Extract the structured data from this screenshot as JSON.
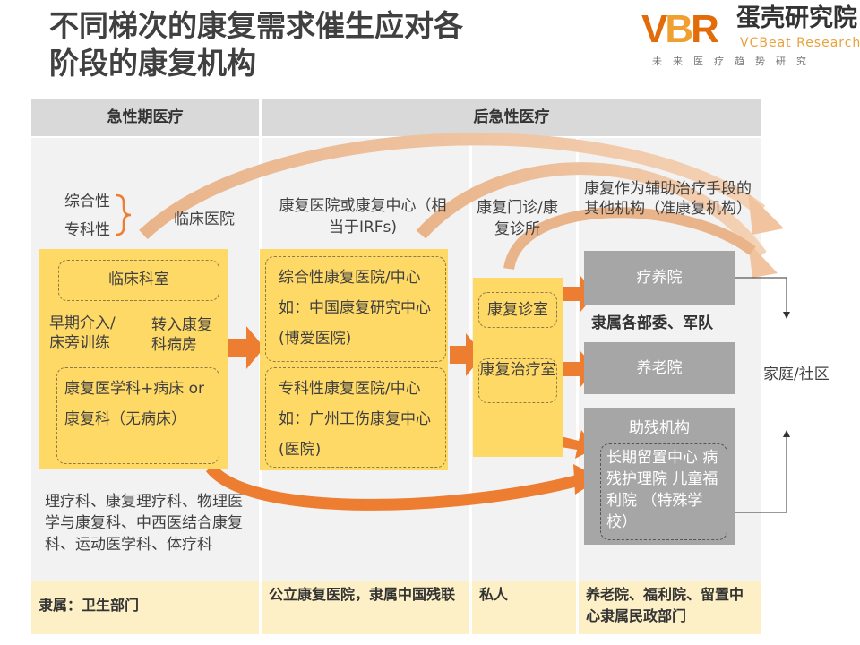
{
  "title": {
    "line1": "不同梯次的康复需求催生应对各",
    "line2": "阶段的康复机构"
  },
  "logo": {
    "mark": "VBR",
    "cn": "蛋壳研究院",
    "en": "VCBeat Research",
    "sub": "未来医疗趋势研究"
  },
  "header": {
    "acute": "急性期医疗",
    "post_acute": "后急性医疗"
  },
  "acute": {
    "general": "综合性",
    "special": "专科性",
    "clinical_hospital": "临床医院",
    "dept": "临床科室",
    "early": "早期介入/床旁训练",
    "transfer": "转入康复科病房",
    "rehab_dept": "康复医学科+病床 or 康复科（无病床）",
    "disciplines": "理疗科、康复理疗科、物理医学与康复科、中西医结合康复科、运动医学科、体疗科"
  },
  "rehab_hospital": {
    "label": "康复医院或康复中心（相当于IRFs)",
    "general": "综合性康复医院/中心 如：中国康复研究中心(博爱医院)",
    "special": "专科性康复医院/中心 如：广州工伤康复中心(医院)"
  },
  "clinic": {
    "label": "康复门诊/康复诊所",
    "room": "康复诊室",
    "therapy": "康复治疗室"
  },
  "other": {
    "label": "康复作为辅助治疗手段的其他机构（准康复机构）",
    "sanatorium": "疗养院",
    "sanatorium_note": "隶属各部委、军队",
    "elderly": "养老院",
    "disability": "助残机构",
    "disability_list": "长期留置中心 病残护理院 儿童福利院 （特殊学校）"
  },
  "home": "家庭/社区",
  "footer": {
    "c1": "隶属：卫生部门",
    "c2": "公立康复医院，隶属中国残联",
    "c3": "私人",
    "c4": "养老院、福利院、留置中心隶属民政部门"
  },
  "colors": {
    "orange": "#ed7d31",
    "yellow": "#ffd966",
    "gray": "#a6a6a6"
  }
}
